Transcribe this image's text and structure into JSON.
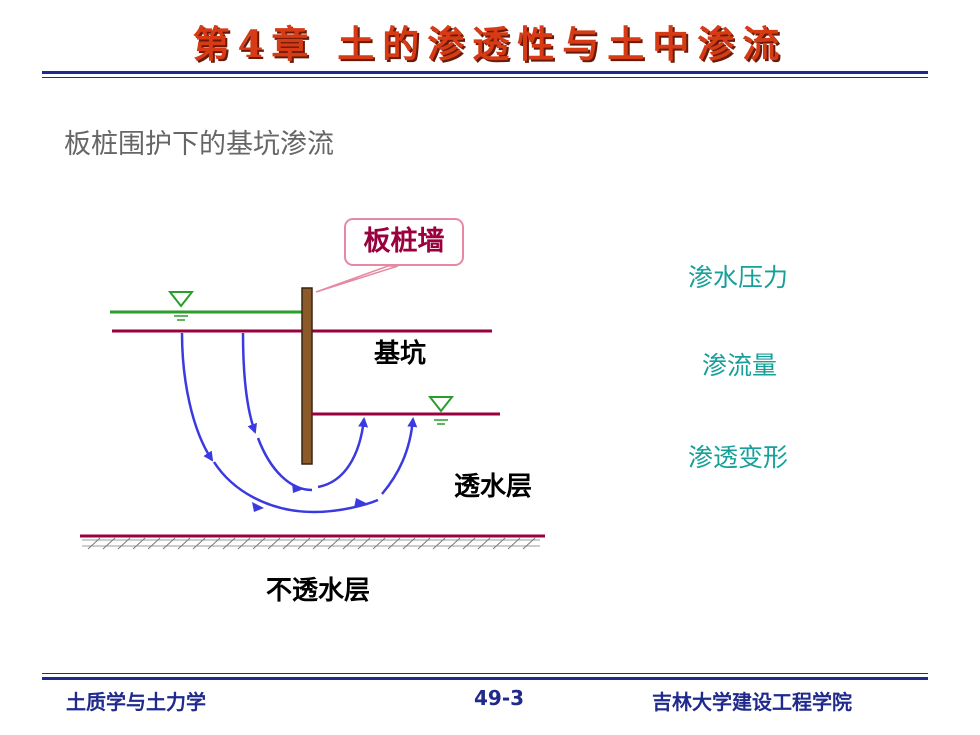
{
  "header": {
    "title": "第4章 土的渗透性与土中渗流",
    "subtitle": "板桩围护下的基坑渗流"
  },
  "diagram": {
    "callout_label": "板桩墙",
    "pit_label": "基坑",
    "permeable_label": "透水层",
    "impermeable_label": "不透水层"
  },
  "topics": [
    "渗水压力",
    "渗流量",
    "渗透变形"
  ],
  "footer": {
    "left": "土质学与土力学",
    "center": "49-3",
    "right": "吉林大学建设工程学院"
  },
  "colors": {
    "title": "#d63b15",
    "rule": "#1f2a8c",
    "water_line": "#2a9d2a",
    "ground_line": "#99003d",
    "sheet_pile": "#8b5a2b",
    "flow_line": "#3a3ae0",
    "topic_text": "#17a09a"
  }
}
